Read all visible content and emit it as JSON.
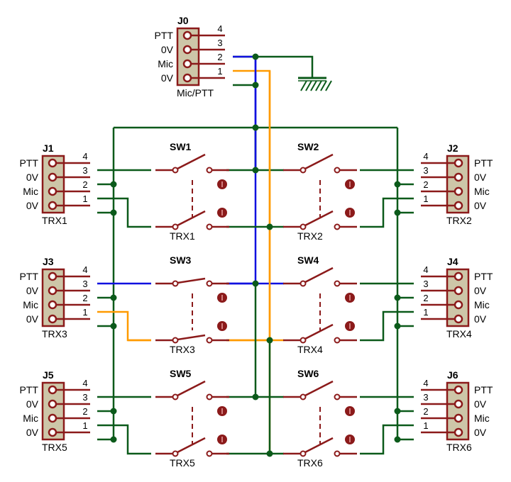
{
  "colors": {
    "red": "#8b1a1a",
    "green": "#0b5a1a",
    "blue": "#1010e0",
    "orange": "#ff9a00",
    "connector_fill": "#cdc6a8"
  },
  "connectors": [
    {
      "ref": "J0",
      "caption": "Mic/PTT",
      "signals": [
        "PTT",
        "0V",
        "Mic",
        "0V"
      ],
      "pins": [
        "4",
        "3",
        "2",
        "1"
      ]
    },
    {
      "ref": "J1",
      "caption": "TRX1",
      "signals": [
        "PTT",
        "0V",
        "Mic",
        "0V"
      ],
      "pins": [
        "4",
        "3",
        "2",
        "1"
      ]
    },
    {
      "ref": "J2",
      "caption": "TRX2",
      "signals": [
        "PTT",
        "0V",
        "Mic",
        "0V"
      ],
      "pins": [
        "4",
        "3",
        "2",
        "1"
      ]
    },
    {
      "ref": "J3",
      "caption": "TRX3",
      "signals": [
        "PTT",
        "0V",
        "Mic",
        "0V"
      ],
      "pins": [
        "4",
        "3",
        "2",
        "1"
      ]
    },
    {
      "ref": "J4",
      "caption": "TRX4",
      "signals": [
        "PTT",
        "0V",
        "Mic",
        "0V"
      ],
      "pins": [
        "4",
        "3",
        "2",
        "1"
      ]
    },
    {
      "ref": "J5",
      "caption": "TRX5",
      "signals": [
        "PTT",
        "0V",
        "Mic",
        "0V"
      ],
      "pins": [
        "4",
        "3",
        "2",
        "1"
      ]
    },
    {
      "ref": "J6",
      "caption": "TRX6",
      "signals": [
        "PTT",
        "0V",
        "Mic",
        "0V"
      ],
      "pins": [
        "4",
        "3",
        "2",
        "1"
      ]
    }
  ],
  "switches": [
    {
      "ref": "SW1",
      "label": "TRX1"
    },
    {
      "ref": "SW2",
      "label": "TRX2"
    },
    {
      "ref": "SW3",
      "label": "TRX3"
    },
    {
      "ref": "SW4",
      "label": "TRX4"
    },
    {
      "ref": "SW5",
      "label": "TRX5"
    },
    {
      "ref": "SW6",
      "label": "TRX6"
    }
  ]
}
